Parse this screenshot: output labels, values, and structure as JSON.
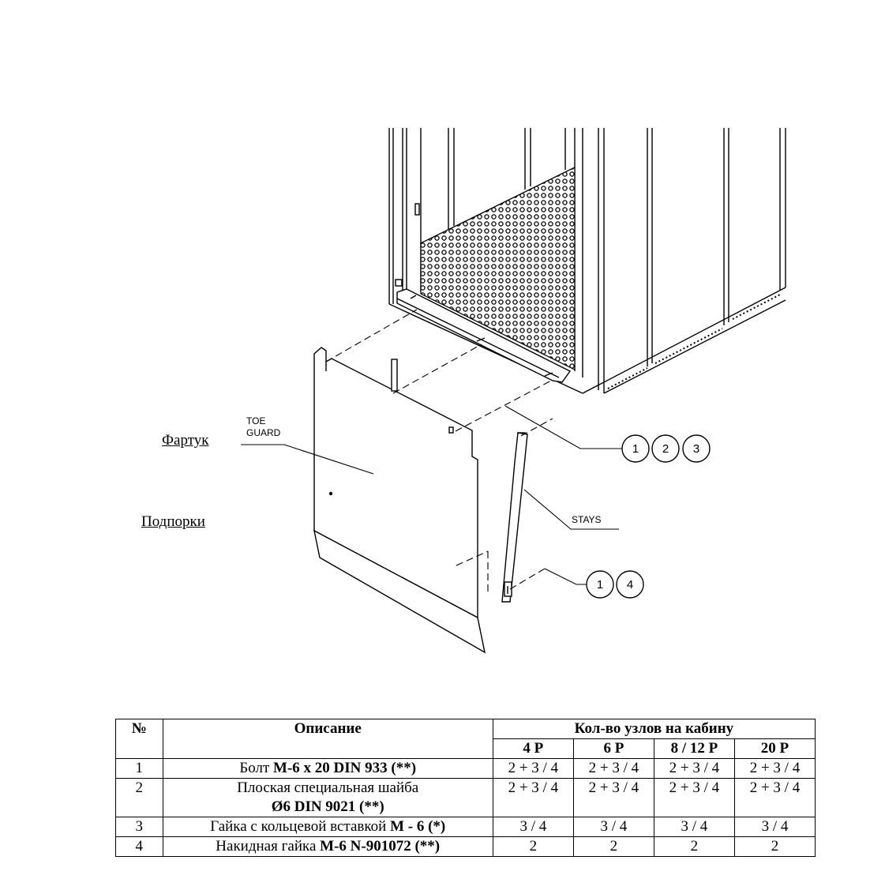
{
  "drawing": {
    "labels": {
      "toe_guard": [
        "TOE",
        "GUARD"
      ],
      "stays": "STAYS",
      "apron_ru": "Фартук",
      "props_ru": "Подпорки"
    },
    "callouts": [
      {
        "group": "top",
        "numbers": [
          "1",
          "2",
          "3"
        ]
      },
      {
        "group": "bottom",
        "numbers": [
          "1",
          "4"
        ]
      }
    ]
  },
  "table": {
    "headers": {
      "no": "№",
      "description": "Описание",
      "qty_group": "Кол-во узлов на кабину",
      "qty_cols": [
        "4 P",
        "6 P",
        "8 / 12 P",
        "20 P"
      ]
    },
    "rows": [
      {
        "no": "1",
        "desc_plain": "Болт ",
        "desc_bold": "M-6 x 20 DIN 933 (**)",
        "desc_line2": "",
        "qty": [
          "2 + 3 / 4",
          "2 + 3 / 4",
          "2 + 3 / 4",
          "2 + 3 / 4"
        ]
      },
      {
        "no": "2",
        "desc_plain": "Плоская специальная шайба",
        "desc_bold": "",
        "desc_line2": "Ø6 DIN 9021 (**)",
        "qty": [
          "2 + 3 / 4",
          "2 + 3 / 4",
          "2 + 3 / 4",
          "2 + 3 / 4"
        ]
      },
      {
        "no": "3",
        "desc_plain": "Гайка с кольцевой вставкой ",
        "desc_bold": "M - 6 (*)",
        "desc_line2": "",
        "qty": [
          "3 / 4",
          "3 / 4",
          "3 / 4",
          "3 / 4"
        ]
      },
      {
        "no": "4",
        "desc_plain": "Накидная гайка ",
        "desc_bold": "M-6 N-901072 (**)",
        "desc_line2": "",
        "qty": [
          "2",
          "2",
          "2",
          "2"
        ]
      }
    ]
  }
}
